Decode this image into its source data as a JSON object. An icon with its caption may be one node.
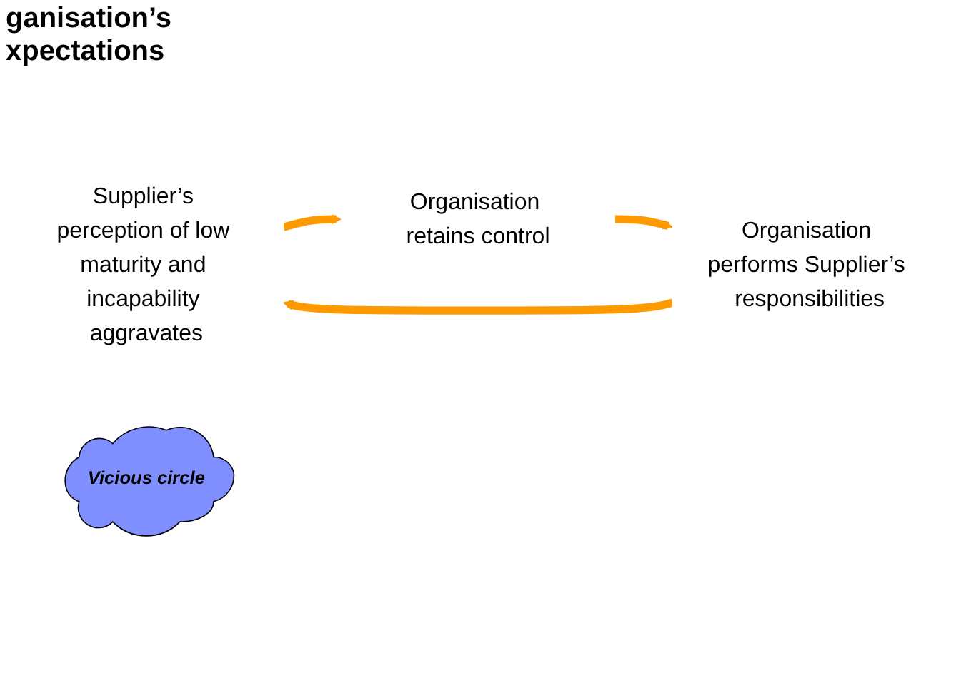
{
  "diagram": {
    "nodes": [
      {
        "text": [
          "Supplier’s perception of low maturity and incapability aggravates"
        ]
      },
      {
        "text": [
          "Organisation retains control"
        ]
      },
      {
        "text": [
          "Organisation performs Supplier’s responsibilities"
        ]
      },
      {
        "text": [
          "Vicious circle"
        ]
      }
    ],
    "edges": [
      {
        "from": 0,
        "to": 1,
        "arrow": "to"
      },
      {
        "from": 1,
        "to": 2,
        "arrow": "to"
      },
      {
        "from": 2,
        "to": 0,
        "arrow": "to"
      }
    ],
    "labels": [
      "ganisation’s xpectations"
    ]
  }
}
